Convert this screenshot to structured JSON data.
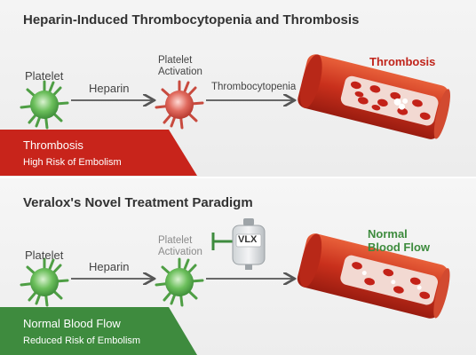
{
  "top": {
    "title": "Heparin-Induced Thrombocytopenia and Thrombosis",
    "platelet": "Platelet",
    "heparin": "Heparin",
    "activation_line1": "Platelet",
    "activation_line2": "Activation",
    "thrombocytopenia": "Thrombocytopenia",
    "thrombosis": "Thrombosis",
    "banner_line1": "Thrombosis",
    "banner_line2": "High Risk of Embolism",
    "banner_color": "#c8241b"
  },
  "bottom": {
    "title": "Veralox's Novel Treatment Paradigm",
    "platelet": "Platelet",
    "heparin": "Heparin",
    "activation_line1": "Platelet",
    "activation_line2": "Activation",
    "vlx": "VLX",
    "normal_line1": "Normal",
    "normal_line2": "Blood Flow",
    "banner_line1": "Normal Blood Flow",
    "banner_line2": "Reduced Risk of Embolism",
    "banner_color": "#3e8b3e"
  },
  "icons": [
    "green-platelet-icon",
    "red-activated-platelet-icon",
    "thrombosed-vessel-icon",
    "iv-bag-icon",
    "inhibition-icon",
    "normal-vessel-icon"
  ]
}
